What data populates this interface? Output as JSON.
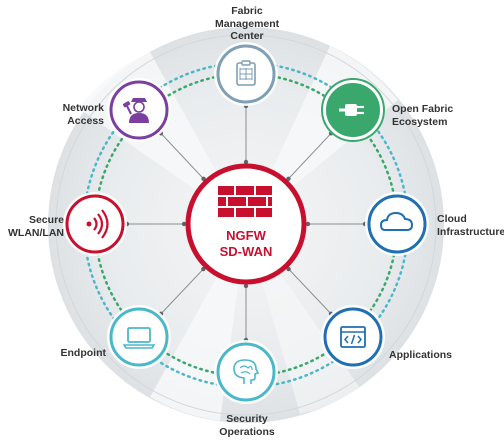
{
  "center": {
    "line1": "NGFW",
    "line2": "SD-WAN",
    "icon": "firewall-brick-icon"
  },
  "nodes": [
    {
      "id": "fabric-management-center",
      "label": "Fabric\nManagement\nCenter",
      "icon": "clipboard-grid-icon",
      "color": "#7f9fb5"
    },
    {
      "id": "open-fabric-ecosystem",
      "label": "Open Fabric\nEcosystem",
      "icon": "plug-icon",
      "color": "#3aa76d"
    },
    {
      "id": "cloud-infrastructure",
      "label": "Cloud\nInfrastructure",
      "icon": "cloud-icon",
      "color": "#1f6fb2"
    },
    {
      "id": "applications",
      "label": "Applications",
      "icon": "code-window-icon",
      "color": "#1f6fb2"
    },
    {
      "id": "security-operations",
      "label": "Security\nOperations",
      "icon": "brain-head-icon",
      "color": "#4ab8c8"
    },
    {
      "id": "endpoint",
      "label": "Endpoint",
      "icon": "laptop-icon",
      "color": "#4ab8c8"
    },
    {
      "id": "secure-wlan-lan",
      "label": "Secure\nWLAN/LAN",
      "icon": "wireless-signal-icon",
      "color": "#c8102e"
    },
    {
      "id": "network-access",
      "label": "Network\nAccess",
      "icon": "security-guard-icon",
      "color": "#7b3fa0"
    }
  ],
  "colors": {
    "center_red": "#c8102e",
    "ring_teal": "#4ab8c8",
    "ring_green": "#3aa76d",
    "disc_gray": "#e6e9ec",
    "spoke_gray": "#8a8f94"
  }
}
